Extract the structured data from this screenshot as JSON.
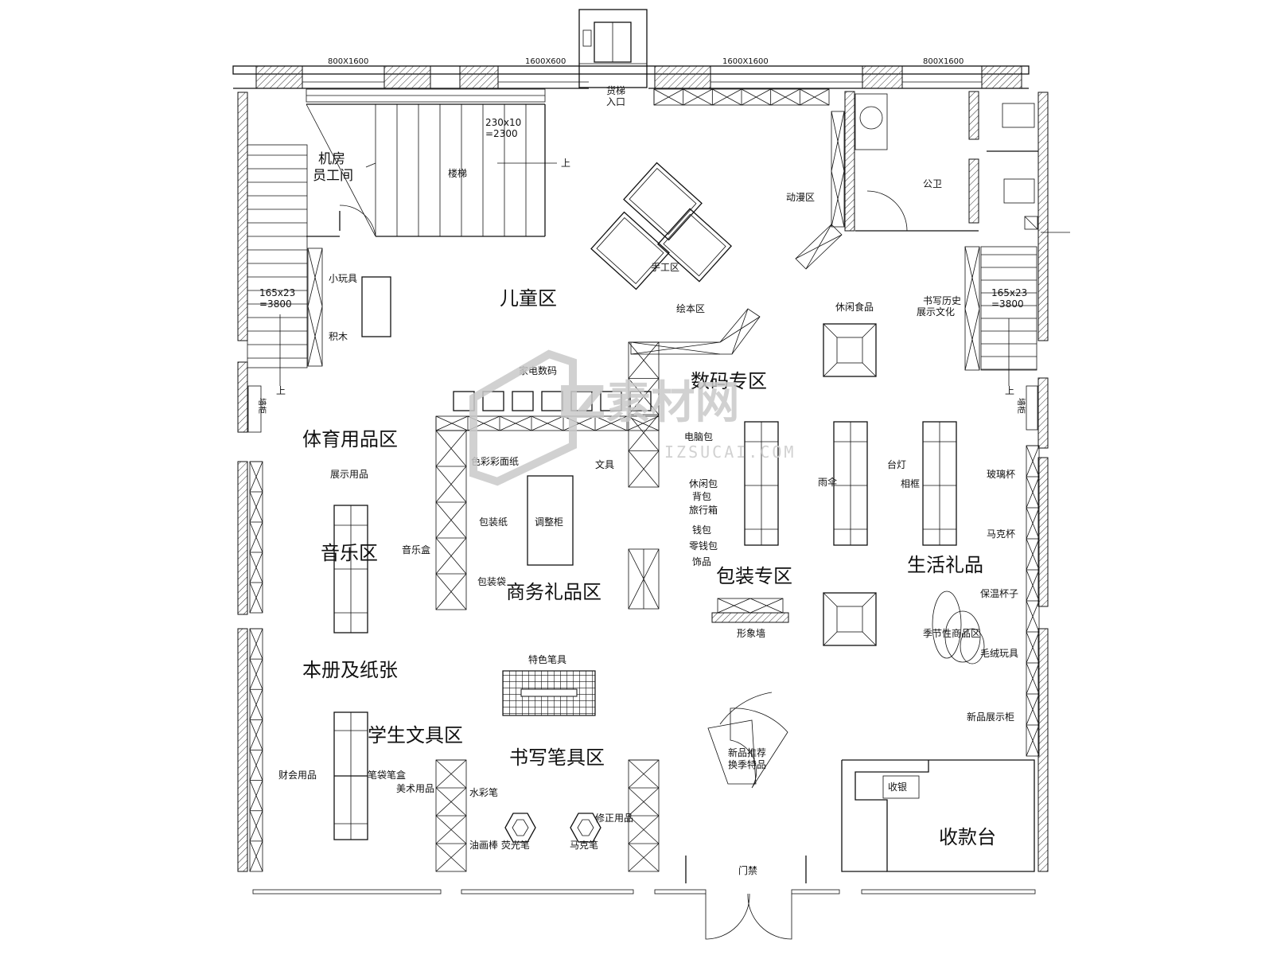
{
  "dimensions": {
    "top_1": "800X1600",
    "top_2": "1600X600",
    "top_3": "1600X1600",
    "top_4": "800X1600"
  },
  "stairs": {
    "top_spec_line1": "230x10",
    "top_spec_line2": "=2300",
    "left_spec_line1": "165x23",
    "left_spec_line2": "=3800",
    "right_spec_line1": "165x23",
    "right_spec_line2": "=3800",
    "up_label": "上"
  },
  "rooms": {
    "machine_room": "机房",
    "staff_room": "员工间",
    "stairway": "楼梯",
    "cargo_entrance_1": "货梯",
    "cargo_entrance_2": "入口",
    "toilet": "公卫",
    "entrance": "门禁",
    "cashier_inner": "收银",
    "cashier": "收款台"
  },
  "zones": {
    "children": "儿童区",
    "digital": "数码专区",
    "sports": "体育用品区",
    "music": "音乐区",
    "business_gifts": "商务礼品区",
    "packaging": "包装专区",
    "life_gifts": "生活礼品",
    "notebooks": "本册及纸张",
    "student_stationery": "学生文具区",
    "writing": "书写笔具区"
  },
  "labels": {
    "handcraft": "手工区",
    "picture_books": "绘本区",
    "anime": "动漫区",
    "small_toys": "小玩具",
    "building_blocks": "积木",
    "leisure_food": "休闲食品",
    "books_culture_1": "书写历史",
    "books_culture_2": "展示文化",
    "appliances": "家电数码",
    "wall_left": "墙柜",
    "wall_right": "墙柜",
    "color_paper": "色彩彩面纸",
    "stationery": "文具",
    "wrapping_paper": "包装纸",
    "display_cabinet": "调整柜",
    "music_box": "音乐盒",
    "wrap_bag": "包装袋",
    "display_goods": "展示用品",
    "digital_bags": "电脑包",
    "bags_list_1": "休闲包",
    "bags_list_2": "背包",
    "bags_list_3": "旅行箱",
    "bags_list_4": "钱包",
    "bags_list_5": "零钱包",
    "bags_list_6": "饰品",
    "umbrella": "雨伞",
    "desk_lamp": "台灯",
    "photo_frame": "相框",
    "glass_cup": "玻璃杯",
    "mug": "马克杯",
    "thermos": "保温杯子",
    "plush_toys": "毛绒玩具",
    "seasonal": "季节性商品区",
    "image_wall": "形象墙",
    "writing_tools": "特色笔具",
    "finance_supplies": "财会用品",
    "pencil_case": "笔袋笔盒",
    "art_supplies": "美术用品",
    "watercolor_pen": "水彩笔",
    "oil_pastel": "油画棒 荧光笔",
    "marker": "马克笔",
    "correction": "修正用品",
    "new_products_1": "新品推荐",
    "new_products_2": "换季特品",
    "new_arrivals": "新品展示柜"
  },
  "watermark": {
    "brand": "IZ素材网",
    "url": "IZSUCAI.COM"
  }
}
